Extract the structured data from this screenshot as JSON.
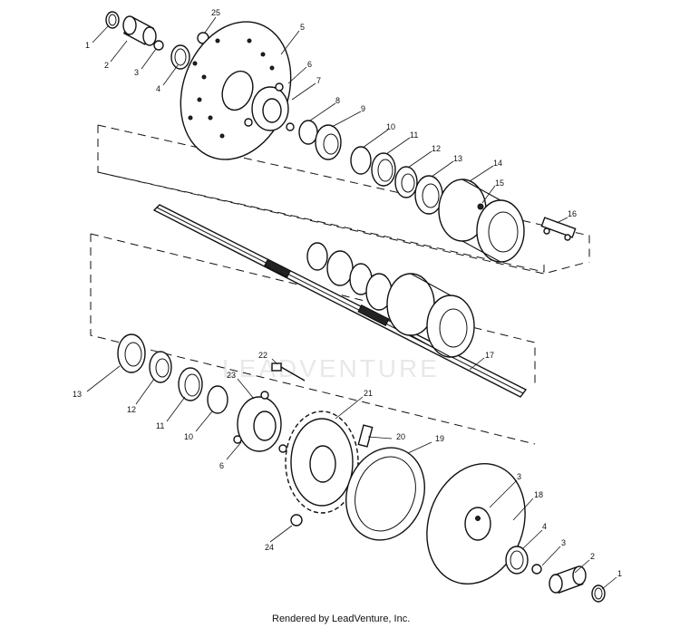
{
  "watermark": "LEADVENTURE",
  "footer": "Rendered by LeadVenture, Inc.",
  "callouts": {
    "c1a": "1",
    "c2a": "2",
    "c3a": "3",
    "c4a": "4",
    "c25": "25",
    "c5": "5",
    "c6a": "6",
    "c7": "7",
    "c8": "8",
    "c9": "9",
    "c10a": "10",
    "c11a": "11",
    "c12a": "12",
    "c13a": "13",
    "c14": "14",
    "c15": "15",
    "c16": "16",
    "c17": "17",
    "c13b": "13",
    "c12b": "12",
    "c11b": "11",
    "c10b": "10",
    "c22": "22",
    "c23": "23",
    "c21": "21",
    "c6b": "6",
    "c20": "20",
    "c19": "19",
    "c24": "24",
    "c3b": "3",
    "c18": "18",
    "c4b": "4",
    "c3c": "3",
    "c2b": "2",
    "c1b": "1"
  }
}
